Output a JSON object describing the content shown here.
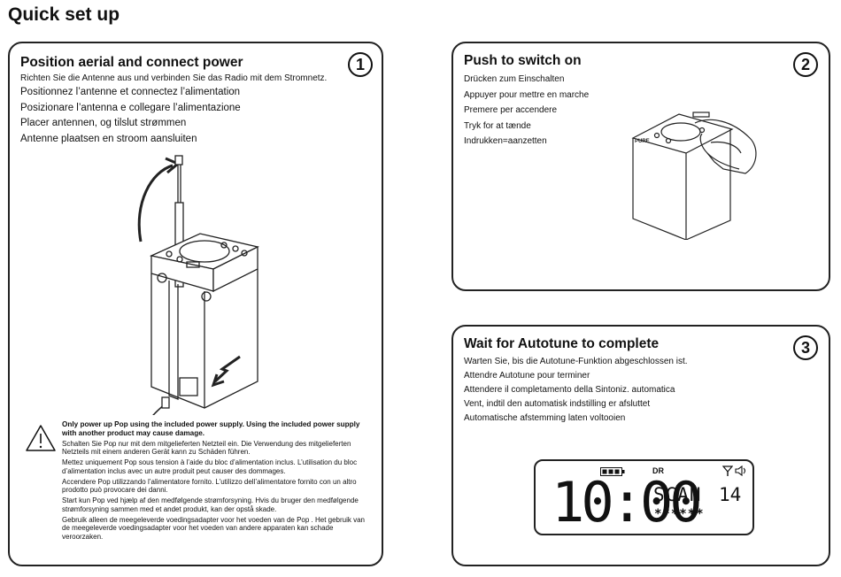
{
  "page_title": "Quick set up",
  "step1": {
    "number": "1",
    "heading": "Position aerial and connect power",
    "lines": [
      "Richten Sie die Antenne aus und verbinden Sie das Radio mit dem Stromnetz.",
      "Positionnez l’antenne et connectez l’alimentation",
      "Posizionare l’antenna e collegare l’alimentazione",
      "Placer antennen, og tilslut strømmen",
      "Antenne plaatsen en stroom aansluiten"
    ],
    "warning": [
      "Only power up Pop using the included power supply. Using the included power supply with another product may cause damage.",
      "Schalten Sie Pop nur mit dem mitgelieferten Netzteil ein. Die Verwendung des mitgelieferten Netzteils mit einem anderen Gerät kann zu Schäden führen.",
      "Mettez uniquement Pop sous tension à l’aide du bloc d’alimentation inclus. L’utilisation du bloc d’alimentation inclus avec un autre produit peut causer des dommages.",
      "Accendere Pop utilizzando l’alimentatore fornito. L’utilizzo dell’alimentatore fornito con un altro prodotto può provocare dei danni.",
      "Start kun Pop ved hjælp af den medfølgende strømforsyning. Hvis du bruger den medfølgende strømforsyning sammen med et andet produkt, kan der opstå skade.",
      "Gebruik alleen de meegeleverde voedingsadapter voor het voeden van de Pop . Het gebruik van de meegeleverde voedingsadapter voor het voeden van andere apparaten kan schade veroorzaken."
    ]
  },
  "step2": {
    "number": "2",
    "heading": "Push to switch on",
    "lines": [
      "Drücken zum Einschalten",
      "Appuyer pour mettre en marche",
      "Premere per accendere",
      "Tryk for at tænde",
      "Indrukken=aanzetten"
    ],
    "brand": "PURE"
  },
  "step3": {
    "number": "3",
    "heading": "Wait for Autotune to complete",
    "lines": [
      "Warten Sie, bis die Autotune-Funktion abgeschlossen ist.",
      "Attendre Autotune pour terminer",
      "Attendere il completamento della Sintoniz. automatica",
      "Vent, indtil den automatisk indstilling er afsluttet",
      "Automatische afstemming laten voltooien"
    ],
    "display": {
      "dr": "DR",
      "time": "10:00",
      "scan": "SCAN",
      "count": "14",
      "progress": "******"
    }
  }
}
